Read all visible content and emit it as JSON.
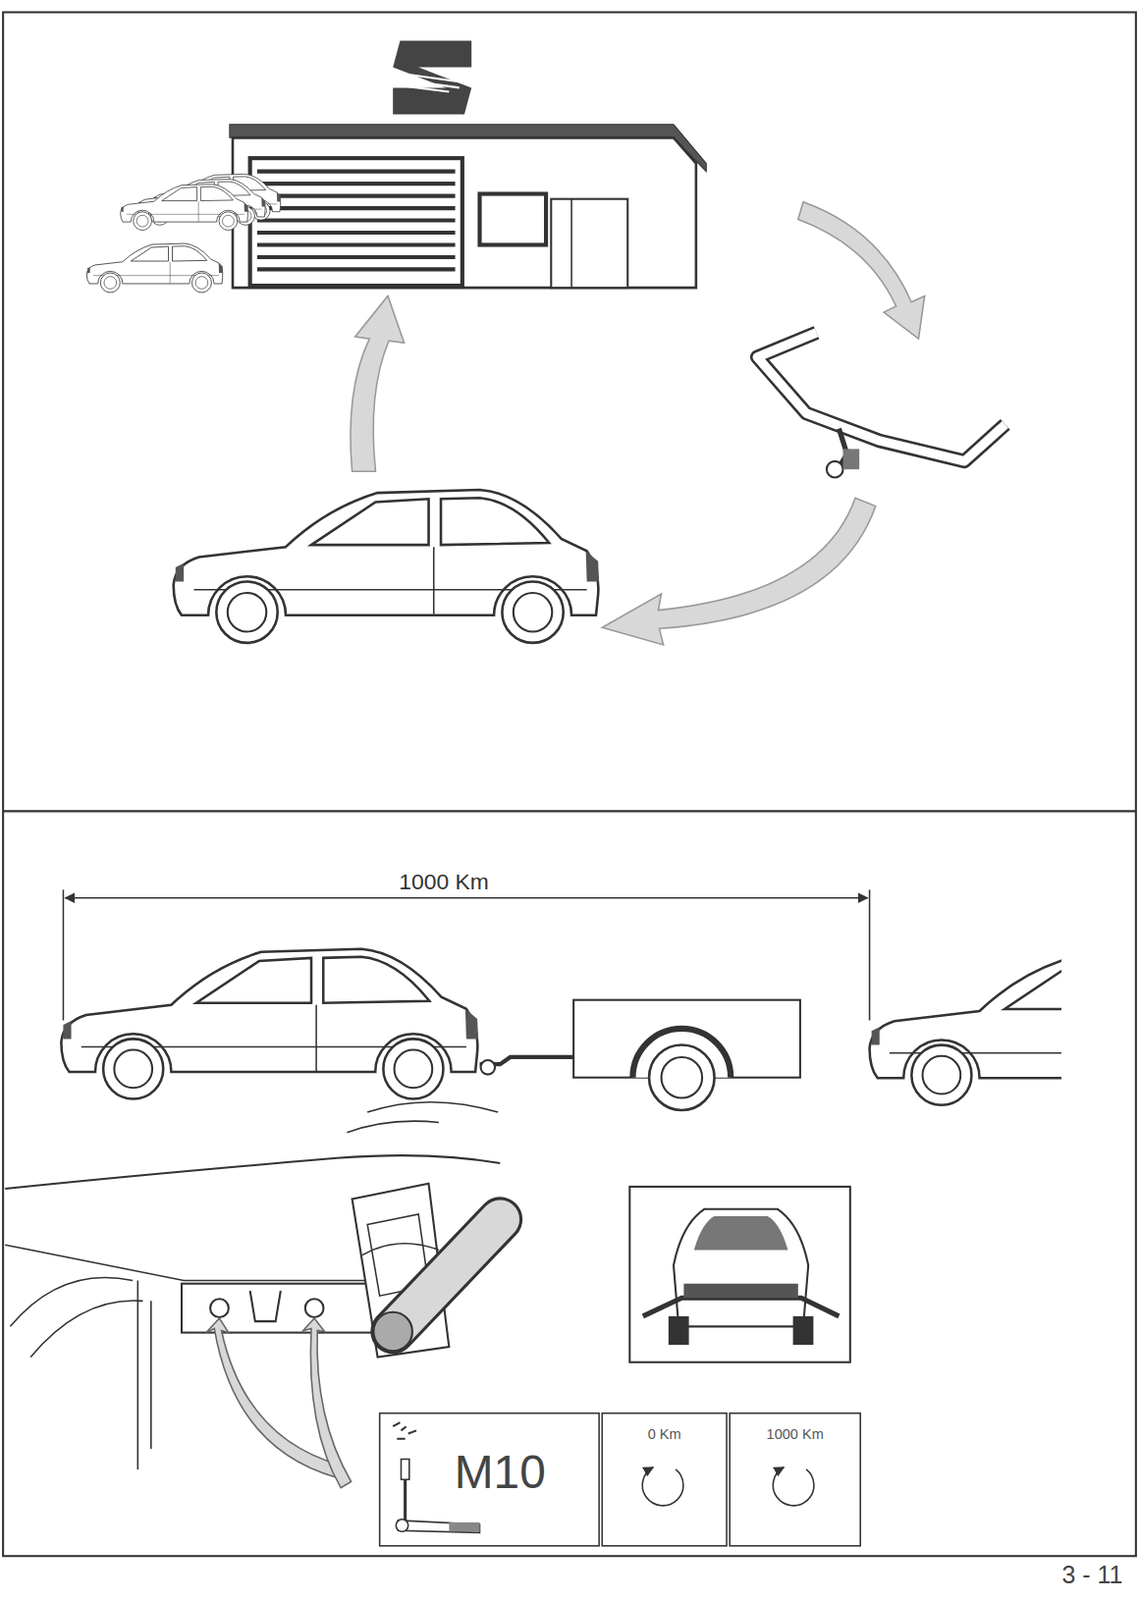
{
  "diagram": {
    "labels": [
      "1000 Km",
      "M10",
      "0 Km",
      "1000 Km",
      "3 - 11"
    ]
  }
}
